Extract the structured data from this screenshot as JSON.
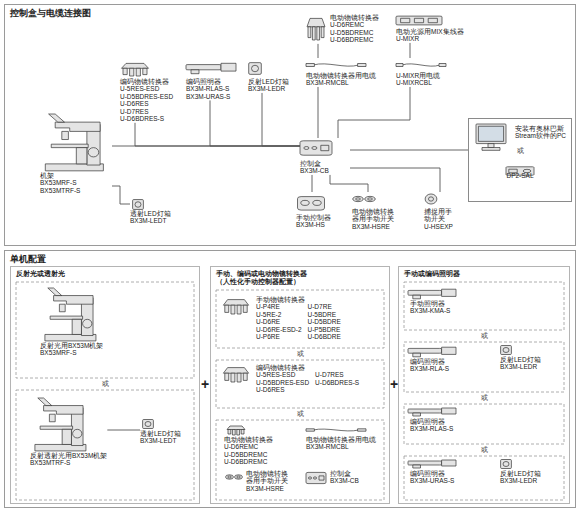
{
  "diagram": {
    "nodes": [
      {
        "text": [
          "控制盒与电缆连接图"
        ]
      },
      {
        "text": [
          "电动物镜转换器",
          "U-D6REMC",
          "U-D5BDREMC",
          "U-D6BDREMC"
        ],
        "in": 0
      },
      {
        "text": [
          "电动光源用MIX集线器",
          "U-MIXR"
        ],
        "in": 0
      },
      {
        "text": [
          "编码物镜转换器",
          "U-5RES-ESD",
          "U-D5BDRES-ESD",
          "U-D6RES",
          "U-D7RES",
          "U-D6BDRES-S"
        ],
        "in": 0
      },
      {
        "text": [
          "编码照明器",
          "BX3M-RLAS-S",
          "BX3M-URAS-S"
        ],
        "in": 0
      },
      {
        "text": [
          "反射LED灯箱",
          "BX3M-LEDR"
        ],
        "in": 0
      },
      {
        "text": [
          "电动物镜转换器用电缆",
          "BX3M-RMCBL"
        ],
        "in": 0
      },
      {
        "text": [
          "U-MIXR用电缆",
          "U-MIXRCBL"
        ],
        "in": 0
      },
      {
        "text": [
          "机架",
          "BX53MRF-S",
          "BX53MTRF-S"
        ],
        "in": 0
      },
      {
        "text": [
          "控制盒",
          "BX3M-CB"
        ],
        "in": 0
      },
      {
        "text": [
          "安装有奥林巴斯Stream软件的PC",
          "或",
          "DP2-SAL"
        ],
        "in": 0
      },
      {
        "text": [
          "透射LED灯箱",
          "BX3M-LEDT"
        ],
        "in": 0
      },
      {
        "text": [
          "手动控制器",
          "BX3M-HS"
        ],
        "in": 0
      },
      {
        "text": [
          "电动物镜转换器用手动开关",
          "BX3M-HSRE"
        ],
        "in": 0
      },
      {
        "text": [
          "捕捉用手动开关",
          "U-HSEXP"
        ],
        "in": 0
      },
      {
        "text": [
          "单机配置"
        ]
      },
      {
        "text": [
          "反射光或透射光"
        ],
        "in": 15
      },
      {
        "text": [
          "反射光用BX53M机架",
          "BX53MRF-S"
        ],
        "in": 16
      },
      {
        "text": [
          "反射透射光用BX53M机架",
          "BX53MTRF-S"
        ],
        "in": 16
      },
      {
        "text": [
          "透射LED灯箱",
          "BX3M-LEDT"
        ],
        "in": 16
      },
      {
        "text": [
          "手动、编码或电动物镜转换器 （人性化手动控制器配置）"
        ],
        "in": 15
      },
      {
        "text": [
          "手动物镜转换器",
          "U-P4RE",
          "U-5RE-2",
          "U-D6RE",
          "U-D6RE-ESD-2",
          "U-P6RE",
          "U-D7RE",
          "U-5BDRE",
          "U-D5BDRE",
          "U-P5BDRE",
          "U-D6BDRE"
        ],
        "in": 20
      },
      {
        "text": [
          "编码物镜转换器",
          "U-5RES-ESD",
          "U-D5BDRES-ESD",
          "U-D6RES",
          "U-D7RES",
          "U-D6BDRES-S"
        ],
        "in": 20
      },
      {
        "text": [
          "电动物镜转换器",
          "U-D6REMC",
          "U-D5BDREMC",
          "U-D6BDREMC"
        ],
        "in": 20
      },
      {
        "text": [
          "电动物镜转换器用电缆",
          "BX3M-RMCBL"
        ],
        "in": 20
      },
      {
        "text": [
          "电动物镜转换器用手动开关",
          "BX3M-HSRE"
        ],
        "in": 20
      },
      {
        "text": [
          "控制盒",
          "BX3M-CB"
        ],
        "in": 20
      },
      {
        "text": [
          "手动或编码照明器"
        ],
        "in": 15
      },
      {
        "text": [
          "手动照明器",
          "BX3M-KMA-S"
        ],
        "in": 27
      },
      {
        "text": [
          "编码照明器",
          "BX3M-RLA-S"
        ],
        "in": 27
      },
      {
        "text": [
          "反射LED灯箱",
          "BX3M-LEDR"
        ],
        "in": 27
      },
      {
        "text": [
          "编码照明器",
          "BX3M-RLAS-S"
        ],
        "in": 27
      },
      {
        "text": [
          "编码照明器",
          "BX3M-URAS-S"
        ],
        "in": 27
      },
      {
        "text": [
          "反射LED灯箱",
          "BX3M-LEDR"
        ],
        "in": 27
      }
    ],
    "edges": [
      {
        "from": 8,
        "to": 9,
        "arrow": "none"
      },
      {
        "from": 3,
        "to": 9,
        "arrow": "none"
      },
      {
        "from": 4,
        "to": 9,
        "arrow": "none"
      },
      {
        "from": 5,
        "to": 9,
        "arrow": "none"
      },
      {
        "from": 1,
        "to": 6,
        "arrow": "none"
      },
      {
        "from": 6,
        "to": 9,
        "arrow": "none"
      },
      {
        "from": 2,
        "to": 7,
        "arrow": "none"
      },
      {
        "from": 7,
        "to": 9,
        "arrow": "none"
      },
      {
        "from": 9,
        "to": 10,
        "arrow": "none"
      },
      {
        "from": 9,
        "to": 12,
        "arrow": "none"
      },
      {
        "from": 9,
        "to": 13,
        "arrow": "none"
      },
      {
        "from": 9,
        "to": 14,
        "arrow": "none"
      },
      {
        "from": 8,
        "to": 11,
        "arrow": "none"
      },
      {
        "from": 18,
        "to": 19,
        "arrow": "none"
      }
    ],
    "labels": [
      "或",
      "或",
      "或",
      "或",
      "或",
      "或",
      "+",
      "+"
    ]
  }
}
